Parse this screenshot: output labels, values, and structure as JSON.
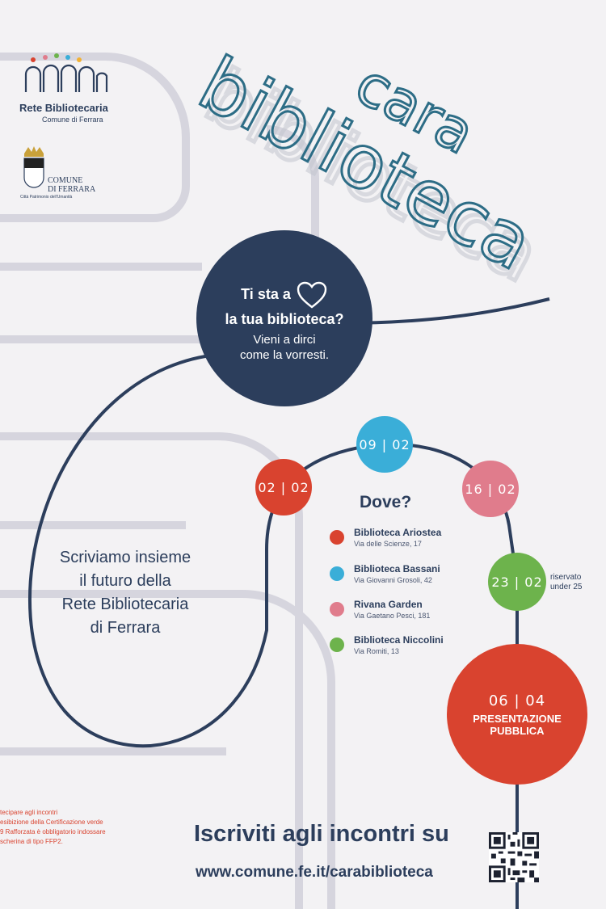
{
  "logo": {
    "name": "Rete Bibliotecaria",
    "subtitle": "Comune di Ferrara",
    "comune_line1": "COMUNE",
    "comune_line2": "DI FERRARA",
    "comune_tag": "Città Patrimonio dell'Umanità"
  },
  "title": {
    "word1": "cara",
    "word2": "biblioteca"
  },
  "hero": {
    "line1": "Ti sta a",
    "line2": "la tua biblioteca?",
    "line3": "Vieni a dirci",
    "line4": "come la vorresti."
  },
  "tagline": {
    "line1": "Scriviamo insieme",
    "line2": "il futuro della",
    "line3": "Rete Bibliotecaria",
    "line4": "di Ferrara"
  },
  "dates": [
    {
      "label": "02 | 02",
      "color": "#d9432f"
    },
    {
      "label": "09 | 02",
      "color": "#3aaed8"
    },
    {
      "label": "16 | 02",
      "color": "#e07c8c"
    },
    {
      "label": "23 | 02",
      "color": "#6db34c"
    }
  ],
  "reserved_note": {
    "line1": "riservato",
    "line2": "under 25"
  },
  "presentation": {
    "date": "06 | 04",
    "line1": "PRESENTAZIONE",
    "line2": "PUBBLICA",
    "color": "#d9432f"
  },
  "where": {
    "title": "Dove?",
    "locations": [
      {
        "name": "Biblioteca Ariostea",
        "address": "Via delle Scienze, 17",
        "color": "#d9432f"
      },
      {
        "name": "Biblioteca Bassani",
        "address": "Via Giovanni Grosoli, 42",
        "color": "#3aaed8"
      },
      {
        "name": "Rivana Garden",
        "address": "Via Gaetano Pesci, 181",
        "color": "#e07c8c"
      },
      {
        "name": "Biblioteca Niccolini",
        "address": "Via Romiti, 13",
        "color": "#6db34c"
      }
    ]
  },
  "notice": {
    "line1": "tecipare agli incontri",
    "line2": "esibizione della Certificazione verde",
    "line3": "9 Rafforzata è obbligatorio indossare",
    "line4": "scherina di tipo FFP2."
  },
  "footer": {
    "line1": "Iscriviti agli incontri su",
    "url": "www.comune.fe.it/carabiblioteca"
  },
  "colors": {
    "navy": "#2c3e5c",
    "teal": "#2d6d86",
    "line": "#d4d3dc"
  }
}
